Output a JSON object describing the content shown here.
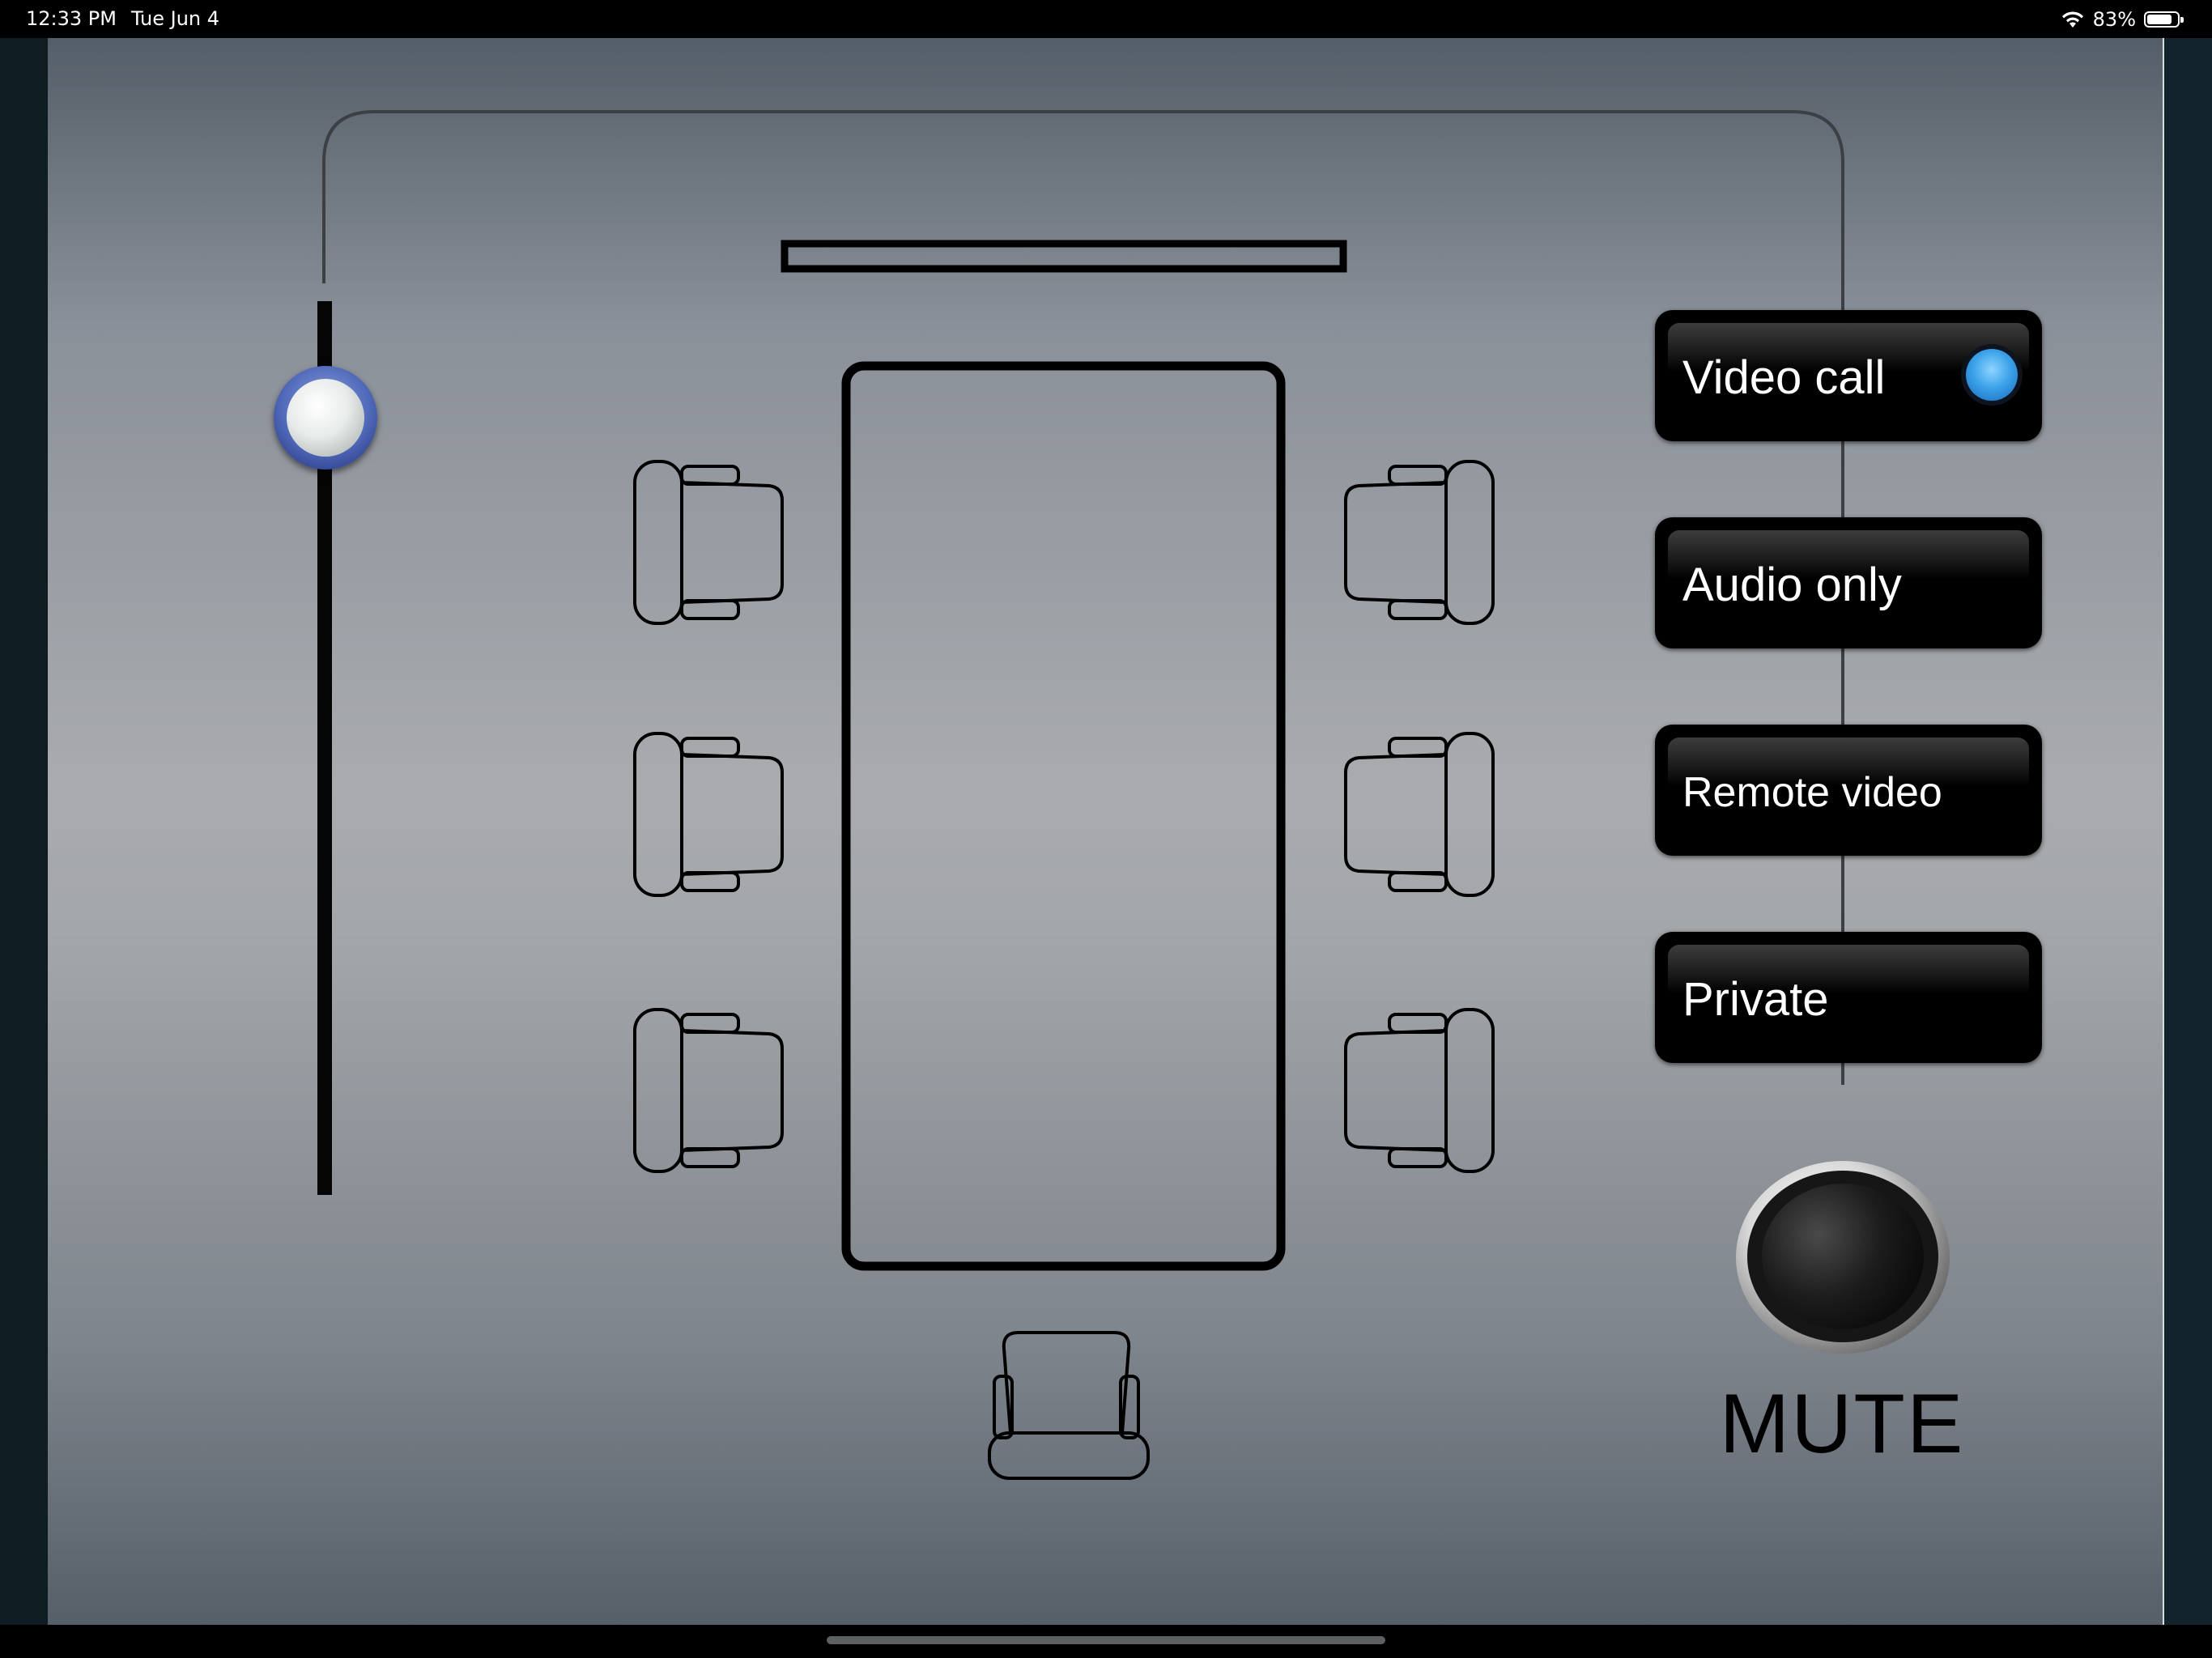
{
  "status_bar": {
    "time": "12:33 PM",
    "date": "Tue Jun 4",
    "battery": "83%",
    "battery_level": 0.83,
    "icons": [
      "wifi-icon",
      "battery-icon"
    ]
  },
  "volume": {
    "level": 0.87
  },
  "modes": [
    {
      "label": "Video call",
      "active": true
    },
    {
      "label": "Audio only",
      "active": false
    },
    {
      "label": "Remote video",
      "active": false
    },
    {
      "label": "Private",
      "active": false
    }
  ],
  "mute": {
    "label": "MUTE"
  },
  "colors": {
    "led_active": "#3da4ea",
    "slider_knob": "#4f68b8",
    "button_bg": "#000000"
  }
}
